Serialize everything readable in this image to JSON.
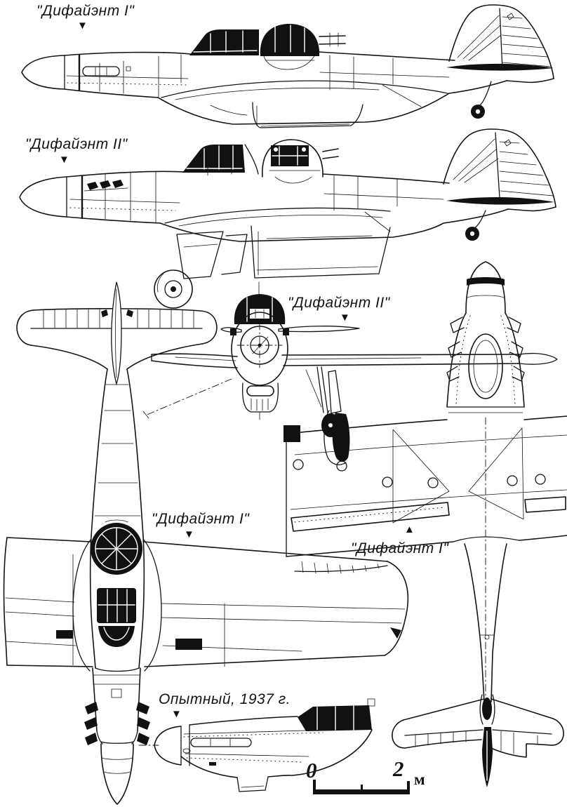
{
  "page": {
    "background": "#ffffff",
    "ink": "#141414"
  },
  "labels": {
    "side_view_1": {
      "text": "\"Дифайэнт I\"",
      "marker": "▼"
    },
    "side_view_2": {
      "text": "\"Дифайэнт II\"",
      "marker": "▼"
    },
    "front_view": {
      "text": "\"Дифайэнт II\"",
      "marker": "▼"
    },
    "top_view": {
      "text": "\"Дифайэнт I\"",
      "marker": "▼"
    },
    "bottom_view": {
      "text": "\"Дифайэнт I\"",
      "marker": "▲"
    },
    "prototype_view": {
      "text": "Опытный, 1937 г.",
      "marker": "▼"
    }
  },
  "scale_bar": {
    "start": "0",
    "end": "2",
    "unit": "м"
  }
}
